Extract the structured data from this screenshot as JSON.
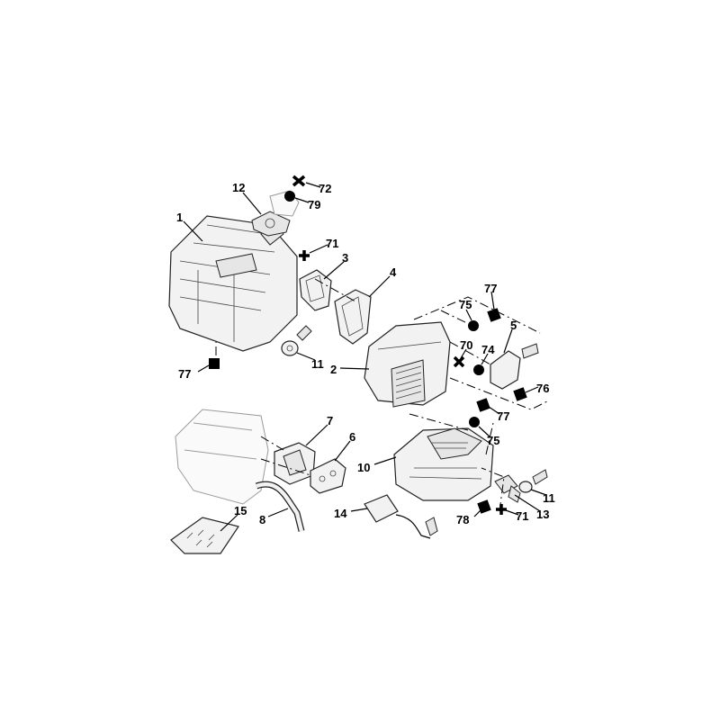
{
  "diagram": {
    "title": "Heater / blower assembly exploded view",
    "callouts": {
      "c1": "1",
      "c2": "2",
      "c3": "3",
      "c4": "4",
      "c5": "5",
      "c6": "6",
      "c7": "7",
      "c8": "8",
      "c10": "10",
      "c11a": "11",
      "c11b": "11",
      "c12": "12",
      "c13": "13",
      "c14": "14",
      "c15": "15",
      "c70": "70",
      "c71a": "71",
      "c71b": "71",
      "c72": "72",
      "c74": "74",
      "c75a": "75",
      "c75b": "75",
      "c76": "76",
      "c77a": "77",
      "c77b": "77",
      "c77c": "77",
      "c78": "78",
      "c79": "79"
    },
    "symbols": {
      "cross": "cross-marker",
      "dot": "dot-marker",
      "square": "square-marker"
    }
  }
}
